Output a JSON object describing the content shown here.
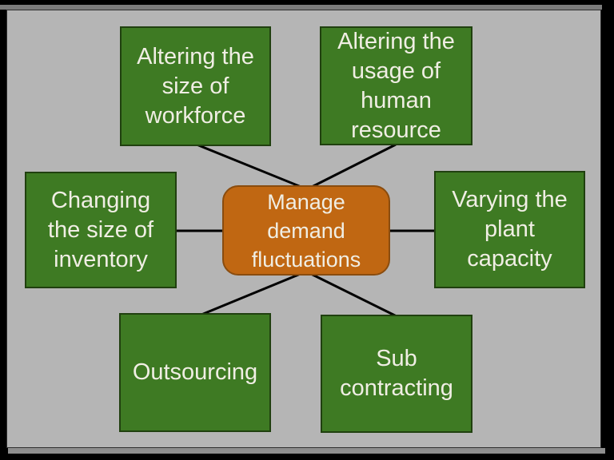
{
  "colors": {
    "canvas": "#000000",
    "frame-strip": "#7c7c7c",
    "shadow-strip": "#8e8e8e",
    "slide-bg": "#b5b5b5",
    "slide-border": "#2f2f2f",
    "node-green": "#3e7a23",
    "node-green-border": "#20400f",
    "center-orange": "#c06712",
    "center-orange-border": "#8a4c0e",
    "text": "#f0eee4",
    "connector": "#000000"
  },
  "diagram": {
    "center": {
      "label": "Manage demand fluctuations",
      "lines": [
        "Manage",
        "demand",
        "fluctuations"
      ]
    },
    "nodes": [
      {
        "label": "Altering the size of workforce",
        "lines": [
          "Altering the",
          "size of",
          "workforce"
        ]
      },
      {
        "label": "Altering the usage of human resource",
        "lines": [
          "Altering the",
          "usage of",
          "human",
          "resource"
        ]
      },
      {
        "label": "Changing the size of inventory",
        "lines": [
          "Changing",
          "the size of",
          "inventory"
        ]
      },
      {
        "label": "Varying the plant capacity",
        "lines": [
          "Varying the",
          "plant",
          "capacity"
        ]
      },
      {
        "label": "Outsourcing",
        "lines": [
          "Outsourcing"
        ]
      },
      {
        "label": "Sub contracting",
        "lines": [
          "Sub",
          "contracting"
        ]
      }
    ]
  }
}
